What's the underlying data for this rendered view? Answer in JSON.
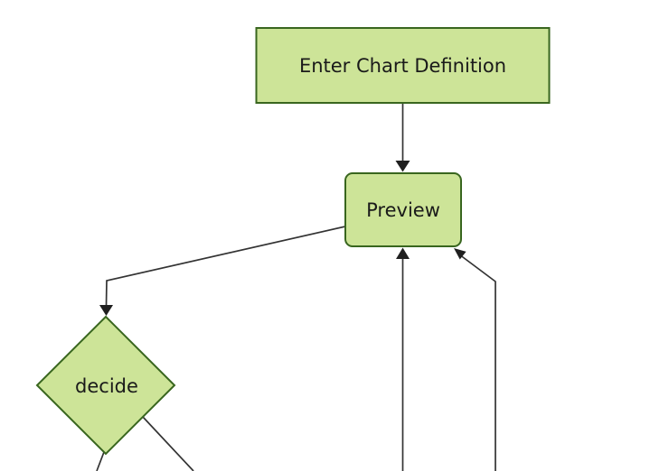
{
  "diagram": {
    "type": "flowchart",
    "direction": "top-down",
    "colors": {
      "background": "#ffffff",
      "node_fill": "#cde498",
      "node_border": "#39661f",
      "edge_line": "#333333",
      "arrowhead": "#1f1f1f",
      "label_text": "#1a1a1a"
    },
    "nodes": [
      {
        "id": "enter-chart-definition",
        "label": "Enter Chart Definition",
        "shape": "rectangle"
      },
      {
        "id": "preview",
        "label": "Preview",
        "shape": "rounded-rectangle"
      },
      {
        "id": "decide",
        "label": "decide",
        "shape": "diamond"
      }
    ],
    "edges": [
      {
        "from": "enter-chart-definition",
        "to": "preview",
        "arrow": "into-preview-top"
      },
      {
        "from": "preview",
        "to": "decide",
        "arrow": "into-decide-top"
      },
      {
        "from": "offscreen-bottom",
        "to": "preview",
        "arrow": "into-preview-bottom"
      },
      {
        "from": "offscreen-bottom-right",
        "to": "preview",
        "arrow": "into-preview-bottom-right-corner"
      },
      {
        "from": "decide",
        "to": "offscreen-bottom-left",
        "arrow": "none-visible"
      },
      {
        "from": "decide",
        "to": "offscreen-bottom-right",
        "arrow": "none-visible"
      }
    ]
  }
}
